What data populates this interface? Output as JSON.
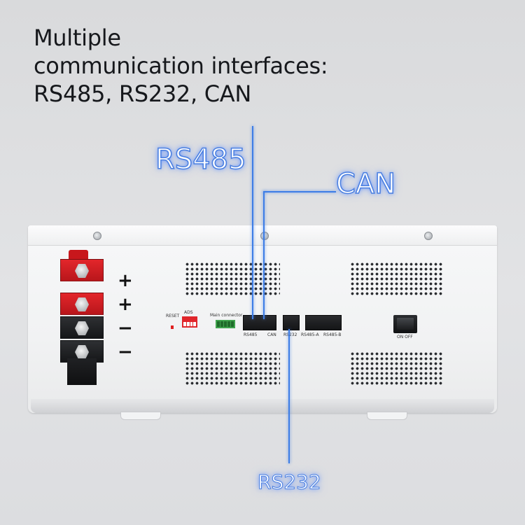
{
  "headline": {
    "line1": "Multiple",
    "line2": "communication interfaces:",
    "line3": "RS485, RS232, CAN"
  },
  "callouts": {
    "rs485": "RS485",
    "can": "CAN",
    "rs232": "RS232"
  },
  "panel": {
    "terminal_signs": [
      "+",
      "+",
      "−",
      "−"
    ],
    "reset_label": "RESET",
    "dip_label": "ADS",
    "connector_label": "Main  connector",
    "port_labels": {
      "rs485": "RS485",
      "can": "CAN",
      "rs232": "RS232",
      "rs485a": "RS485-A",
      "rs485b": "RS485-B"
    },
    "switch_label": "ON OFF"
  },
  "colors": {
    "callout_line": "#3d7de6",
    "terminal_positive": "#d61f24",
    "terminal_negative": "#1b1c1e",
    "headline_text": "#16181c"
  }
}
